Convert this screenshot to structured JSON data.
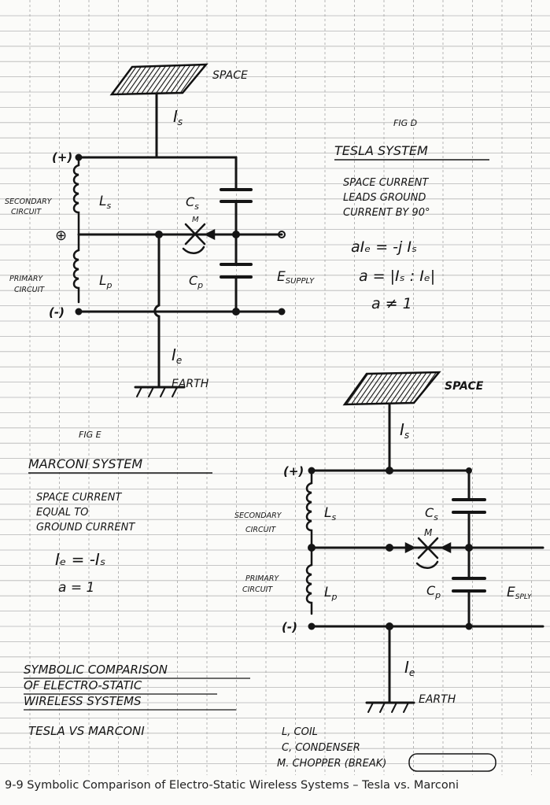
{
  "diagram": {
    "tesla": {
      "space_label": "SPACE",
      "is_label": "I",
      "is_sub": "s",
      "fig_label": "FIG D",
      "title": "TESLA SYSTEM",
      "desc_line1": "SPACE CURRENT",
      "desc_line2": "LEADS GROUND",
      "desc_line3": "CURRENT BY 90°",
      "eq1": "aIₑ = -j Iₛ",
      "eq2": "a = |Iₛ : Iₑ|",
      "eq3": "a ≠ 1",
      "plus_label": "(+)",
      "minus_label": "(-)",
      "node_symbol": "⊕",
      "secondary_label1": "SECONDARY",
      "secondary_label2": "CIRCUIT",
      "primary_label1": "PRIMARY",
      "primary_label2": "CIRCUIT",
      "ls_label": "L",
      "ls_sub": "s",
      "lp_label": "L",
      "lp_sub": "p",
      "cs_label": "C",
      "cs_sub": "s",
      "cp_label": "C",
      "cp_sub": "p",
      "m_label": "M",
      "esupply_label": "E",
      "esupply_sub": "SUPPLY",
      "ie_label": "I",
      "ie_sub": "e",
      "earth_label": "EARTH"
    },
    "marconi": {
      "space_label": "SPACE",
      "is_label": "I",
      "is_sub": "s",
      "fig_label": "FIG E",
      "title": "MARCONI SYSTEM",
      "desc_line1": "SPACE CURRENT",
      "desc_line2": "EQUAL TO",
      "desc_line3": "GROUND CURRENT",
      "eq1": "Iₑ = -Iₛ",
      "eq2": "a = 1",
      "plus_label": "(+)",
      "minus_label": "(-)",
      "secondary_label1": "SECONDARY",
      "secondary_label2": "CIRCUIT",
      "primary_label1": "PRIMARY",
      "primary_label2": "CIRCUIT",
      "ls_label": "L",
      "ls_sub": "s",
      "lp_label": "L",
      "lp_sub": "p",
      "cs_label": "C",
      "cs_sub": "s",
      "cp_label": "C",
      "cp_sub": "p",
      "m_label": "M",
      "esply_label": "E",
      "esply_sub": "SPLY",
      "ie_label": "I",
      "ie_sub": "e",
      "earth_label": "EARTH"
    },
    "comparison": {
      "line1": "SYMBOLIC COMPARISON",
      "line2": "OF ELECTRO-STATIC",
      "line3": "WIRELESS SYSTEMS",
      "line4": "TESLA  VS  MARCONI"
    },
    "legend": {
      "l": "L,  COIL",
      "c": "C,  CONDENSER",
      "m": "M.  CHOPPER   (BREAK)"
    }
  },
  "caption": "9-9   Symbolic Comparison of Electro-Static Wireless Systems – Tesla vs. Marconi",
  "colors": {
    "ink": "#151515",
    "grid": "#9a9a9a",
    "paper": "#fbfbf9"
  }
}
